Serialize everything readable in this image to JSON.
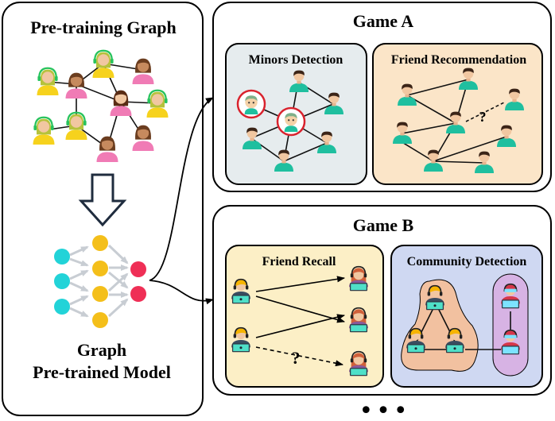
{
  "left_panel": {
    "title": "Pre-training Graph",
    "model_label_line1": "Graph",
    "model_label_line2": "Pre-trained Model"
  },
  "game_a": {
    "title": "Game A",
    "minors": {
      "title": "Minors Detection"
    },
    "friend_rec": {
      "title": "Friend Recommendation",
      "unknown_mark": "?"
    }
  },
  "game_b": {
    "title": "Game B",
    "friend_recall": {
      "title": "Friend Recall",
      "unknown_mark": "?"
    },
    "community": {
      "title": "Community Detection"
    }
  },
  "more_indicator": "•••",
  "colors": {
    "minors_bg": "#e6ecee",
    "friend_rec_bg": "#fbe5c8",
    "friend_recall_bg": "#fcefc6",
    "community_bg": "#cfd8f2",
    "community_group1": "#f2c1a0",
    "community_group2": "#d7b3e4",
    "node_cyan": "#22d3d8",
    "node_yellow": "#f4bf1a",
    "node_red": "#ef2f56",
    "highlight_red": "#d9232e"
  }
}
